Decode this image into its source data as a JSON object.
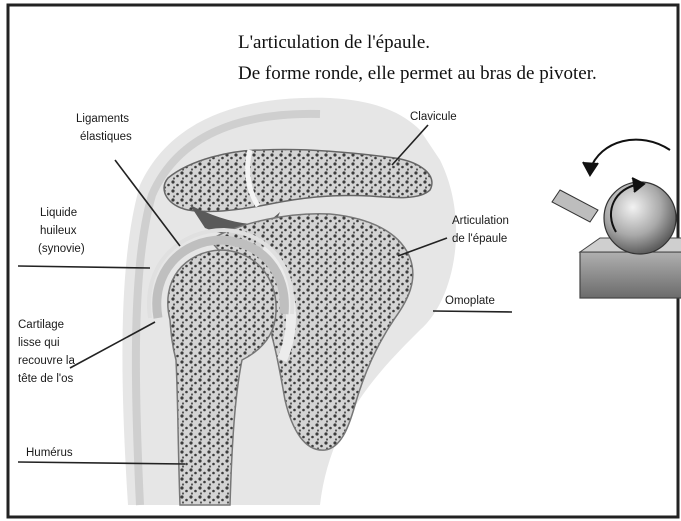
{
  "title": {
    "line1": "L'articulation de l'épaule.",
    "line2": "De forme ronde, elle permet au bras de pivoter."
  },
  "labels": {
    "ligaments": [
      "Ligaments",
      "élastiques"
    ],
    "clavicule": [
      "Clavicule"
    ],
    "liquide": [
      "Liquide",
      "huileux",
      "(synovie)"
    ],
    "articulation": [
      "Articulation",
      "de l'épaule"
    ],
    "omoplate": [
      "Omoplate"
    ],
    "cartilage": [
      "Cartilage",
      "lisse qui",
      "recouvre la",
      "tête de l'os"
    ],
    "humerus": [
      "Humérus"
    ]
  },
  "colors": {
    "bone": "#c9c9c9",
    "spongy": "#4a4a4a",
    "shadow": "#dcdcdc",
    "border": "#222222"
  },
  "icons": {
    "ball_joint": "ball-and-socket-model-icon",
    "rotation": "rotation-arrow-icon"
  }
}
